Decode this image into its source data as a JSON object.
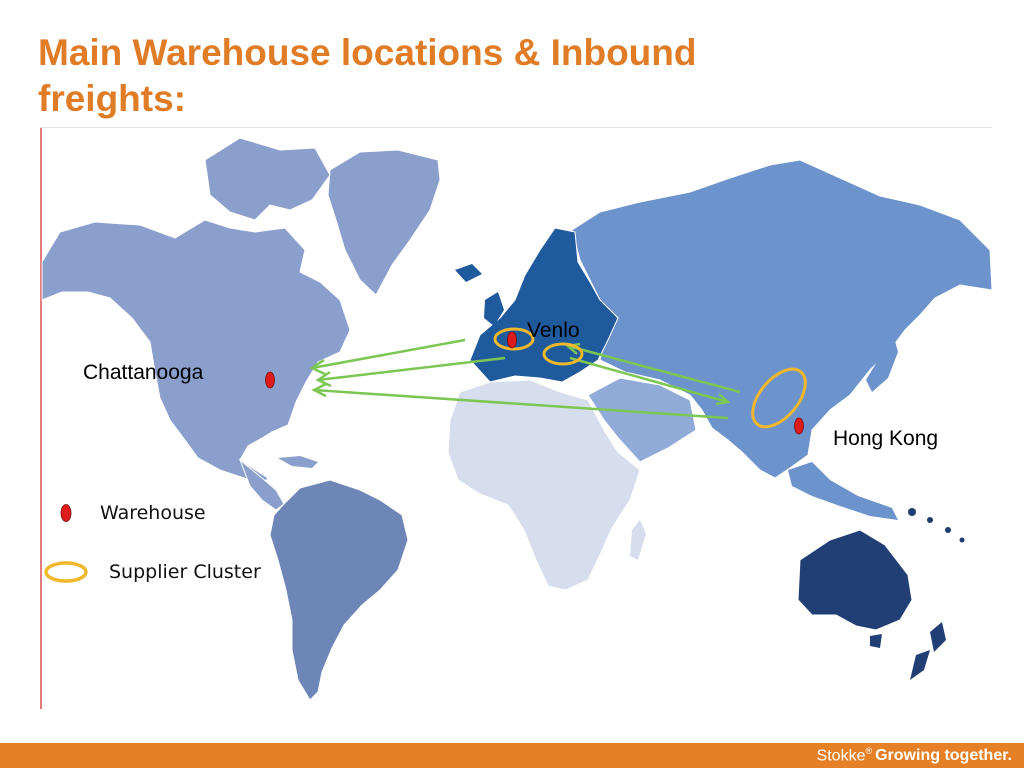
{
  "slide": {
    "title": "Main Warehouse locations & Inbound freights:"
  },
  "map": {
    "labels": {
      "venlo": "Venlo",
      "chattanooga": "Chattanooga",
      "hong_kong": "Hong Kong"
    },
    "warehouses": [
      "Venlo",
      "Chattanooga",
      "Hong Kong"
    ],
    "supplier_clusters": 3,
    "colors": {
      "north_america": "#8b9fcc",
      "south_america": "#6d86b7",
      "europe": "#1e5a9c",
      "asia": "#6d93cd",
      "africa": "#d6deee",
      "middle_east": "#91abd8",
      "australia": "#213f74",
      "arrow": "#7cc653",
      "warehouse_marker": "#e01b1b",
      "supplier_cluster": "#f2b82b"
    }
  },
  "legend": {
    "warehouse": "Warehouse",
    "supplier_cluster": "Supplier Cluster"
  },
  "footer": {
    "brand": "Stokke",
    "trademark": "®",
    "tagline": "Growing together."
  }
}
